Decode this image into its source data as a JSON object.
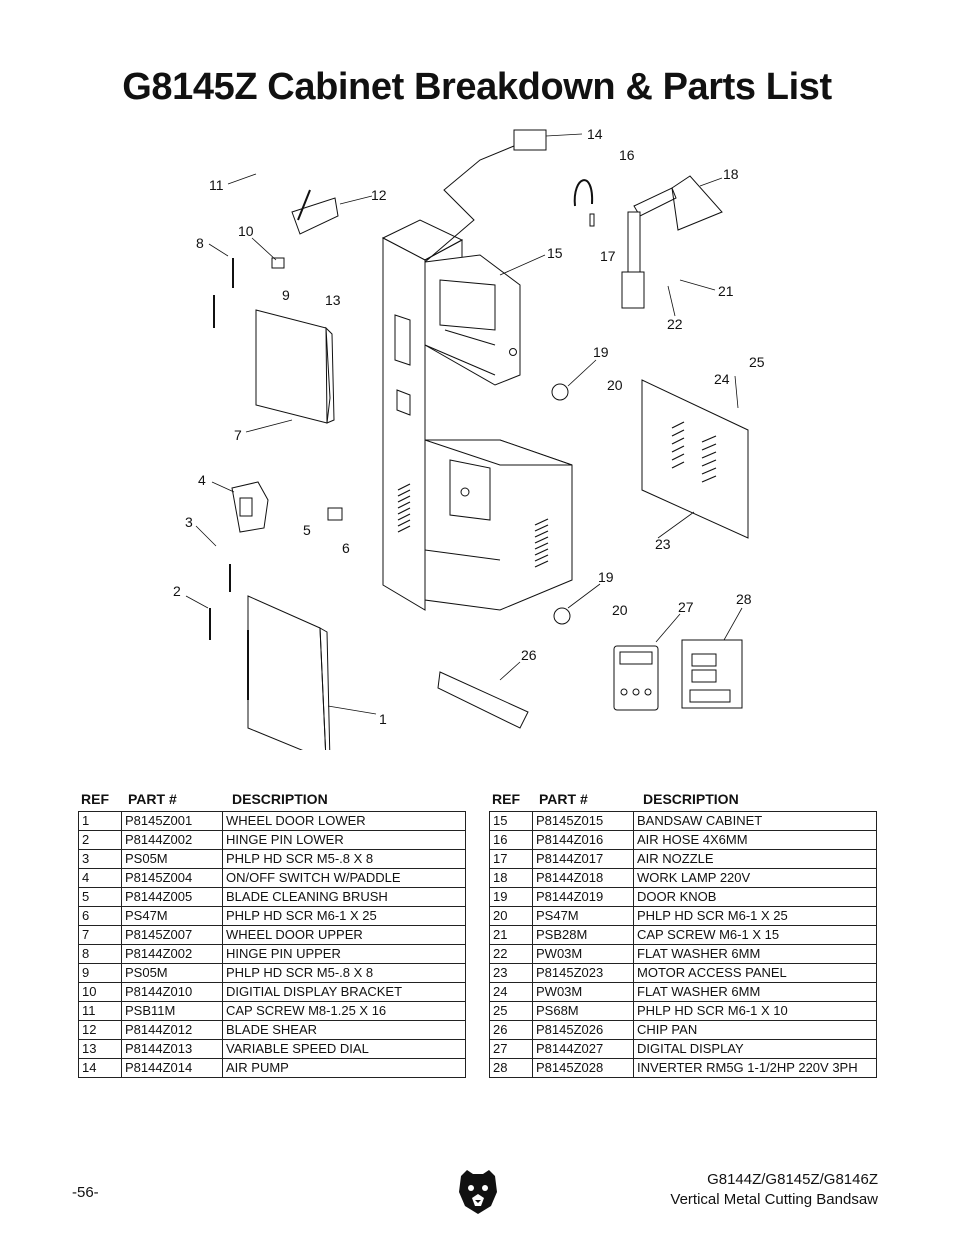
{
  "page": {
    "title": "G8145Z Cabinet Breakdown & Parts List",
    "page_number": "-56-",
    "model_line": "G8144Z/G8145Z/G8146Z",
    "product_line": "Vertical Metal Cutting Bandsaw"
  },
  "diagram": {
    "callouts": [
      "14",
      "16",
      "18",
      "11",
      "12",
      "8",
      "10",
      "15",
      "17",
      "9",
      "13",
      "21",
      "22",
      "25",
      "19",
      "24",
      "20",
      "7",
      "4",
      "3",
      "5",
      "6",
      "23",
      "19",
      "20",
      "27",
      "28",
      "2",
      "26",
      "1"
    ]
  },
  "parts_headers": {
    "ref": "REF",
    "part": "PART #",
    "desc": "DESCRIPTION"
  },
  "parts_left": [
    {
      "ref": "1",
      "part": "P8145Z001",
      "desc": "WHEEL DOOR LOWER"
    },
    {
      "ref": "2",
      "part": "P8144Z002",
      "desc": "HINGE PIN LOWER"
    },
    {
      "ref": "3",
      "part": "PS05M",
      "desc": "PHLP HD SCR M5-.8 X 8"
    },
    {
      "ref": "4",
      "part": "P8145Z004",
      "desc": "ON/OFF SWITCH W/PADDLE"
    },
    {
      "ref": "5",
      "part": "P8144Z005",
      "desc": "BLADE CLEANING BRUSH"
    },
    {
      "ref": "6",
      "part": "PS47M",
      "desc": "PHLP HD SCR M6-1 X 25"
    },
    {
      "ref": "7",
      "part": "P8145Z007",
      "desc": "WHEEL DOOR UPPER"
    },
    {
      "ref": "8",
      "part": "P8144Z002",
      "desc": "HINGE PIN UPPER"
    },
    {
      "ref": "9",
      "part": "PS05M",
      "desc": "PHLP HD SCR M5-.8 X 8"
    },
    {
      "ref": "10",
      "part": "P8144Z010",
      "desc": "DIGITIAL DISPLAY BRACKET"
    },
    {
      "ref": "11",
      "part": "PSB11M",
      "desc": "CAP SCREW M8-1.25 X 16"
    },
    {
      "ref": "12",
      "part": "P8144Z012",
      "desc": "BLADE SHEAR"
    },
    {
      "ref": "13",
      "part": "P8144Z013",
      "desc": "VARIABLE SPEED DIAL"
    },
    {
      "ref": "14",
      "part": "P8144Z014",
      "desc": "AIR PUMP"
    }
  ],
  "parts_right": [
    {
      "ref": "15",
      "part": "P8145Z015",
      "desc": "BANDSAW CABINET"
    },
    {
      "ref": "16",
      "part": "P8144Z016",
      "desc": "AIR HOSE 4X6MM"
    },
    {
      "ref": "17",
      "part": "P8144Z017",
      "desc": "AIR NOZZLE"
    },
    {
      "ref": "18",
      "part": "P8144Z018",
      "desc": "WORK LAMP 220V"
    },
    {
      "ref": "19",
      "part": "P8144Z019",
      "desc": "DOOR KNOB"
    },
    {
      "ref": "20",
      "part": "PS47M",
      "desc": "PHLP HD SCR M6-1 X 25"
    },
    {
      "ref": "21",
      "part": "PSB28M",
      "desc": "CAP SCREW M6-1 X 15"
    },
    {
      "ref": "22",
      "part": "PW03M",
      "desc": "FLAT WASHER 6MM"
    },
    {
      "ref": "23",
      "part": "P8145Z023",
      "desc": "MOTOR ACCESS PANEL"
    },
    {
      "ref": "24",
      "part": "PW03M",
      "desc": "FLAT WASHER 6MM"
    },
    {
      "ref": "25",
      "part": "PS68M",
      "desc": "PHLP HD SCR M6-1 X 10"
    },
    {
      "ref": "26",
      "part": "P8145Z026",
      "desc": "CHIP PAN"
    },
    {
      "ref": "27",
      "part": "P8144Z027",
      "desc": "DIGITAL DISPLAY"
    },
    {
      "ref": "28",
      "part": "P8145Z028",
      "desc": "INVERTER RM5G 1-1/2HP 220V 3PH"
    }
  ]
}
